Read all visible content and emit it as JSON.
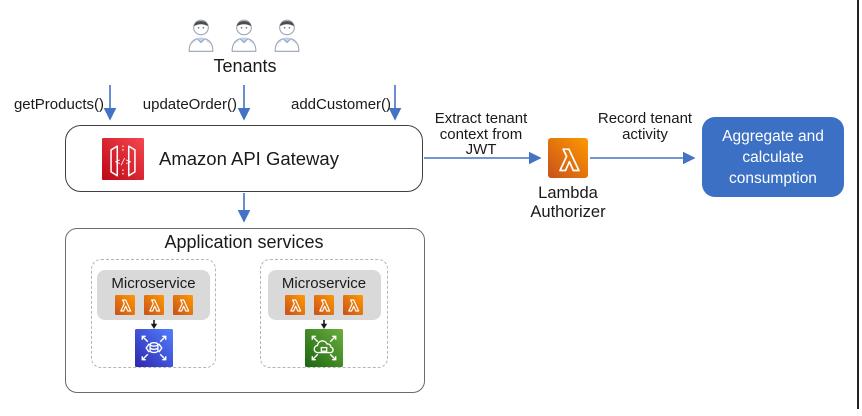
{
  "colors": {
    "arrow_blue": "#4472C4",
    "api_gateway_red": "#BD0816",
    "lambda_orange": "#FF9900",
    "aggregate_blue": "#3B70C4",
    "database_blue": "#527FFF",
    "scaling_green": "#6CAE3E",
    "microservice_gray": "#D9D9D9"
  },
  "tenants": {
    "label": "Tenants"
  },
  "api_calls": [
    {
      "label": "getProducts()"
    },
    {
      "label": "updateOrder()"
    },
    {
      "label": "addCustomer()"
    }
  ],
  "api_gateway": {
    "label": "Amazon API Gateway"
  },
  "edges": {
    "extract": "Extract tenant context from JWT",
    "record": "Record tenant activity"
  },
  "lambda_authorizer": {
    "label": "Lambda Authorizer"
  },
  "aggregate": {
    "label": "Aggregate and calculate consumption"
  },
  "application_services": {
    "title": "Application services",
    "microservices": [
      {
        "label": "Microservice"
      },
      {
        "label": "Microservice"
      }
    ]
  }
}
